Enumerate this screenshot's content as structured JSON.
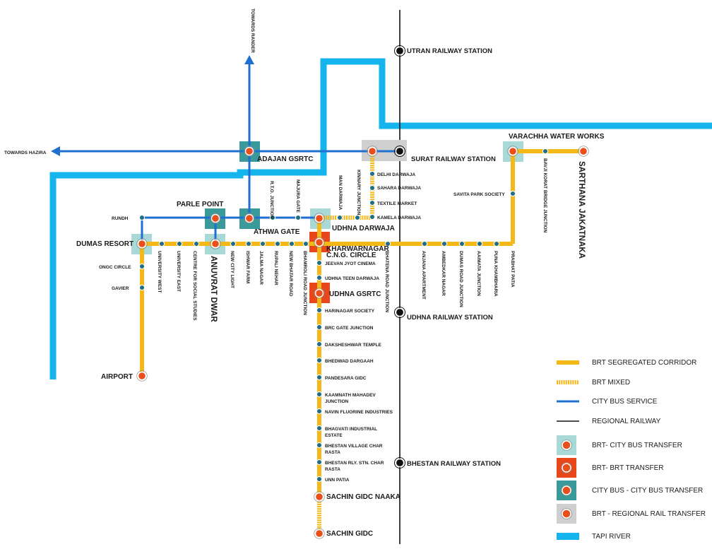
{
  "directions": {
    "to_rander": "TOWARDS RANDER",
    "to_hazira": "TOWARDS HAZIRA"
  },
  "stations": {
    "utran_rail": "UTRAN RAILWAY STATION",
    "surat_rail": "SURAT RAILWAY STATION",
    "udhna_rail": "UDHNA RAILWAY STATION",
    "bhestan_rail": "BHESTAN RAILWAY STATION",
    "adajan": "ADAJAN GSRTC",
    "varachha": "VARACHHA WATER WORKS",
    "sarthana": "SARTHANA JAKATNAKA",
    "parle_point": "PARLE POINT",
    "athwa_gate": "ATHWA GATE",
    "udhna_darwaja": "UDHNA DARWAJA",
    "dumas_resort": "DUMAS RESORT",
    "anuvrat": "ANUVRAT DWAR",
    "kharwarnagar_1": "KHARWARNAGAR",
    "kharwarnagar_2": "C.N.G. CIRCLE",
    "udhna_gsrtc": "UDHNA GSRTC",
    "airport": "AIRPORT",
    "sachin_naaka": "SACHIN GIDC NAAKA",
    "sachin_gidc": "SACHIN GIDC",
    "rundh": "RUNDH",
    "ongc": "ONGC CIRCLE",
    "gavier": "GAVIER",
    "delhi": "DELHI DARWAJA",
    "sahara": "SAHARA DARWAJA",
    "textile": "TEXTILE MARKET",
    "kamela": "KAMELA DARWAJA",
    "savita": "SAVITA PARK SOCIETY",
    "jeevan": "JEEVAN JYOT CINEMA",
    "udhna_teen": "UDHNA TEEN DARWAJA",
    "harinagar": "HARINAGAR SOCIETY",
    "brc": "BRC GATE JUNCTION",
    "daksheshwar": "DAKSHESHWAR TEMPLE",
    "bhedwad": "BHEDWAD DARGAAH",
    "pandesara": "PANDESARA GIDC",
    "kaamnath_1": "KAAMNATH MAHADEV",
    "kaamnath_2": "JUNCTION",
    "navin": "NAVIN FLUORINE INDUSTRIES",
    "bhagvati_1": "BHAGVATI INDUSTRIAL",
    "bhagvati_2": "ESTATE",
    "bhestan_village_1": "BHESTAN VILLAGE CHAR",
    "bhestan_village_2": "RASTA",
    "bhestan_rly_1": "BHESTAN RLY. STN. CHAR",
    "bhestan_rly_2": "RASTA",
    "unn_patia": "UNN PATIA",
    "rto": "R.T.O. JUNCTION",
    "majura": "MAJURA GATE",
    "man_darwaja": "MAN DARWAJA",
    "kinnary": "KINNARY JUNCTION",
    "bavji": "BAVJI KORAT BRIDGE JUNCTION",
    "univ_west": "UNIVERSITY WEST",
    "univ_east": "UNIVERSITY EAST",
    "centre_social": "CENTRE FOR SOCIAL STUDIES",
    "new_city_light": "NEW CITY LIGHT",
    "ishwar": "ISHWAR FARM",
    "jalma": "JALMA NAGAR",
    "rupali": "RUPALI NEHAR",
    "new_bhatar": "NEW BHATAR ROAD",
    "bhamroli": "BHAMROLI ROAD JUNCTION",
    "bhatena": "BHATENA ROAD JUNCTION",
    "anjana": "ANJANA APARTMENT",
    "ambedkar": "AMBEDKAR NAGAR",
    "dumas_road": "DUMAS ROAD JUNCTION",
    "aaimata": "AAIMATA JUNCTION",
    "puna": "PUNA KHAMBHARIA",
    "prabhat": "PRABHAT PATIA"
  },
  "legend": {
    "brt_segregated": "BRT SEGREGATED CORRIDOR",
    "brt_mixed": "BRT MIXED",
    "city_bus": "CITY BUS SERVICE",
    "regional_rail": "REGIONAL RAILWAY",
    "brt_citybus": "BRT- CITY BUS TRANSFER",
    "brt_brt": "BRT- BRT TRANSFER",
    "citybus_citybus": "CITY BUS - CITY BUS TRANSFER",
    "brt_rail": "BRT - REGIONAL RAIL TRANSFER",
    "tapi": "TAPI RIVER"
  },
  "colors": {
    "brt": "#f5b819",
    "city_bus": "#1f6fd1",
    "rail": "#111111",
    "river": "#14b5ec",
    "brt_citybus_box": "#a9d9d6",
    "brt_brt_box": "#e8471c",
    "citybus_box": "#3a9a9a",
    "brt_rail_box": "#cfcfcf",
    "major_stop": "#e94e1b",
    "minor_stop": "#1e6f86"
  }
}
